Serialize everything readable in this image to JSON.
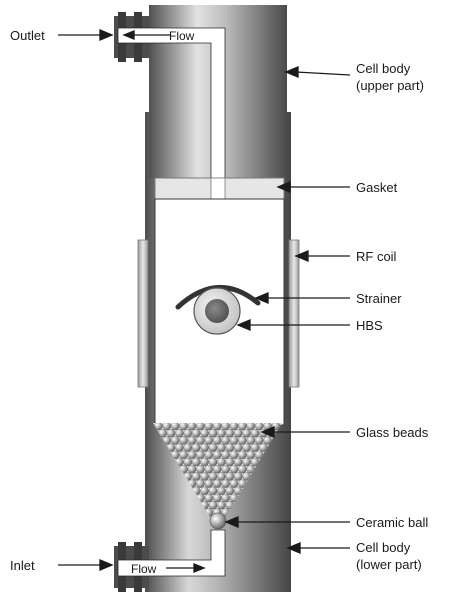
{
  "labels": {
    "outlet": "Outlet",
    "inlet": "Inlet",
    "flow_top": "Flow",
    "flow_bottom": "Flow",
    "cell_upper_1": "Cell body",
    "cell_upper_2": "(upper part)",
    "gasket": "Gasket",
    "rf_coil": "RF coil",
    "strainer": "Strainer",
    "hbs": "HBS",
    "glass_beads": "Glass beads",
    "ceramic_ball": "Ceramic ball",
    "cell_lower_1": "Cell body",
    "cell_lower_2": "(lower part)"
  },
  "colors": {
    "body_dark": "#5a5a5a",
    "body_light": "#dcdcdc",
    "chamber": "#ffffff",
    "gasket": "#e6e6e6",
    "coil": "#c8c8c8",
    "strainer": "#333333",
    "hbs_inner": "#6e6e6e",
    "arrow": "#1a1a1a"
  }
}
